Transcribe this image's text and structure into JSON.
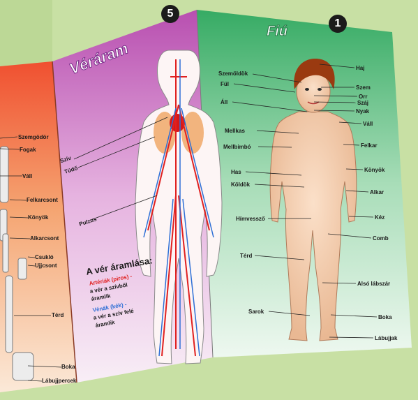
{
  "badges": {
    "blood": "5",
    "boy": "1"
  },
  "titles": {
    "blood": "Véráram",
    "boy": "Fiú"
  },
  "skeleton_labels": [
    "Szemgödör",
    "Fogak",
    "Váll",
    "Felkarcsont",
    "Könyök",
    "Alkarcsont",
    "Csukló",
    "Ujjcsont",
    "Térd",
    "Boka",
    "Lábujjpercek"
  ],
  "blood_labels": [
    "Szív",
    "Tüdő",
    "Pulzus"
  ],
  "blood_text": {
    "heading": "A vér áramlása:",
    "arteries": "Artériák (piros) -",
    "arteries_desc1": "a vér a szívből",
    "arteries_desc2": "áramlik",
    "veins": "Vénák (kék) -",
    "veins_desc1": "a vér a szív felé",
    "veins_desc2": "áramlik"
  },
  "boy_left_labels": [
    "Szemöldök",
    "Fül",
    "Áll",
    "Mellkas",
    "Mellbimbó",
    "Has",
    "Köldök",
    "Hímvessző",
    "Térd",
    "Sarok"
  ],
  "boy_right_labels": [
    "Haj",
    "Szem",
    "Orr",
    "Száj",
    "Nyak",
    "Váll",
    "Felkar",
    "Könyök",
    "Alkar",
    "Kéz",
    "Comb",
    "Alsó lábszár",
    "Boka",
    "Lábujjak"
  ],
  "colors": {
    "skeleton_panel": "#f0643a",
    "blood_panel": "#c05fb8",
    "boy_panel": "#43b26f",
    "artery": "#e02020",
    "vein": "#2e6fd6"
  }
}
